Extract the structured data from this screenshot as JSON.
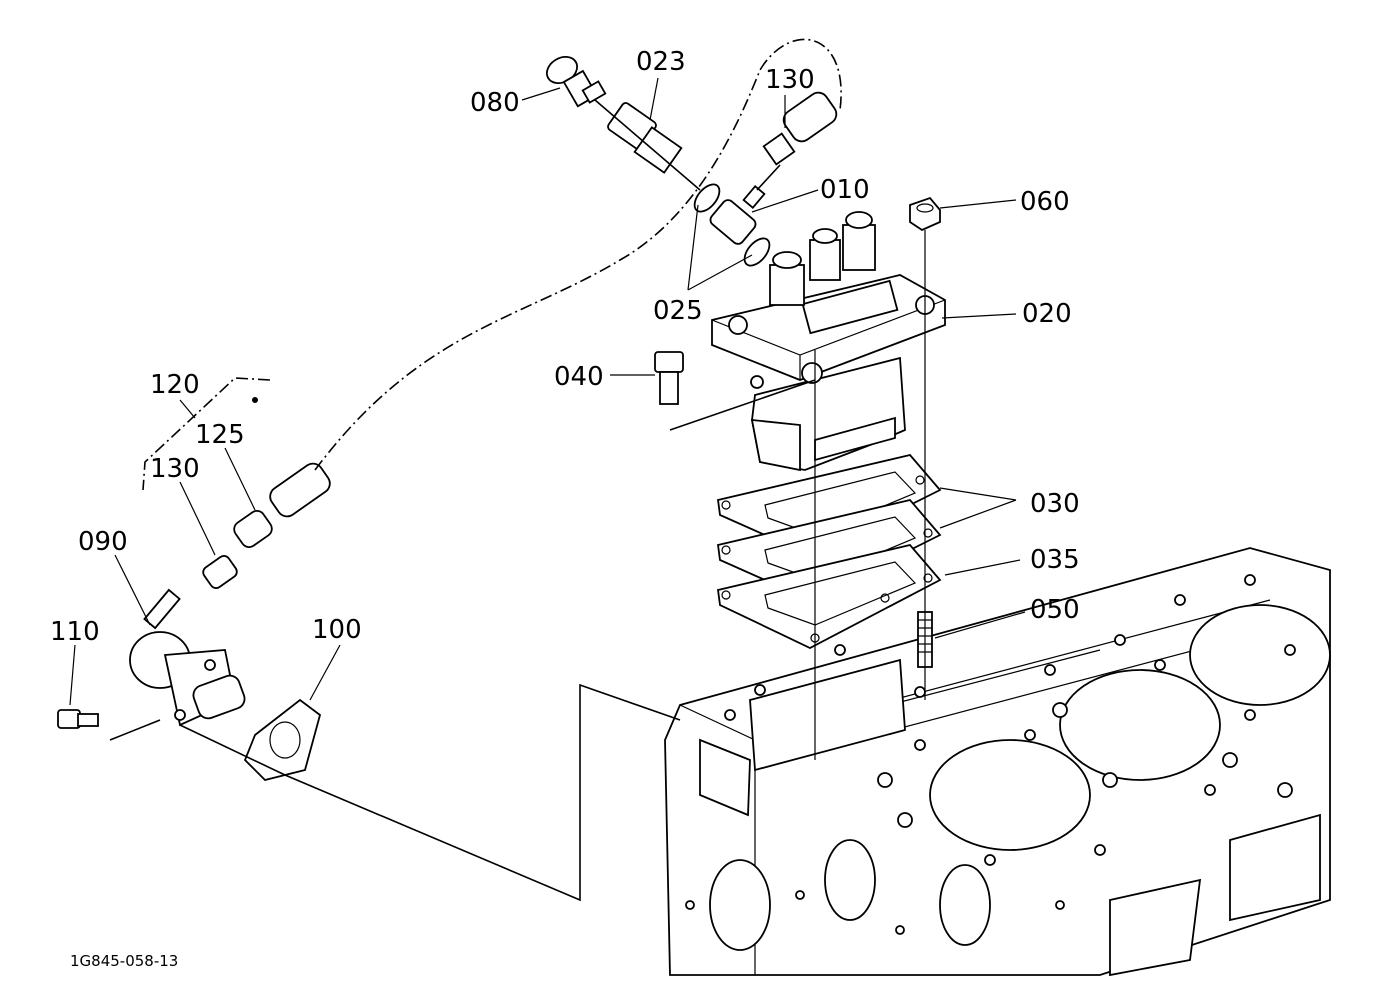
{
  "diagram": {
    "drawing_code": "1G845-058-13",
    "callouts": [
      {
        "id": "080",
        "text": "080"
      },
      {
        "id": "023",
        "text": "023"
      },
      {
        "id": "130a",
        "text": "130"
      },
      {
        "id": "010",
        "text": "010"
      },
      {
        "id": "060",
        "text": "060"
      },
      {
        "id": "025",
        "text": "025"
      },
      {
        "id": "020",
        "text": "020"
      },
      {
        "id": "040",
        "text": "040"
      },
      {
        "id": "120",
        "text": "120"
      },
      {
        "id": "125",
        "text": "125"
      },
      {
        "id": "130b",
        "text": "130"
      },
      {
        "id": "090",
        "text": "090"
      },
      {
        "id": "110",
        "text": "110"
      },
      {
        "id": "100",
        "text": "100"
      },
      {
        "id": "030",
        "text": "030"
      },
      {
        "id": "035",
        "text": "035"
      },
      {
        "id": "050",
        "text": "050"
      }
    ]
  }
}
